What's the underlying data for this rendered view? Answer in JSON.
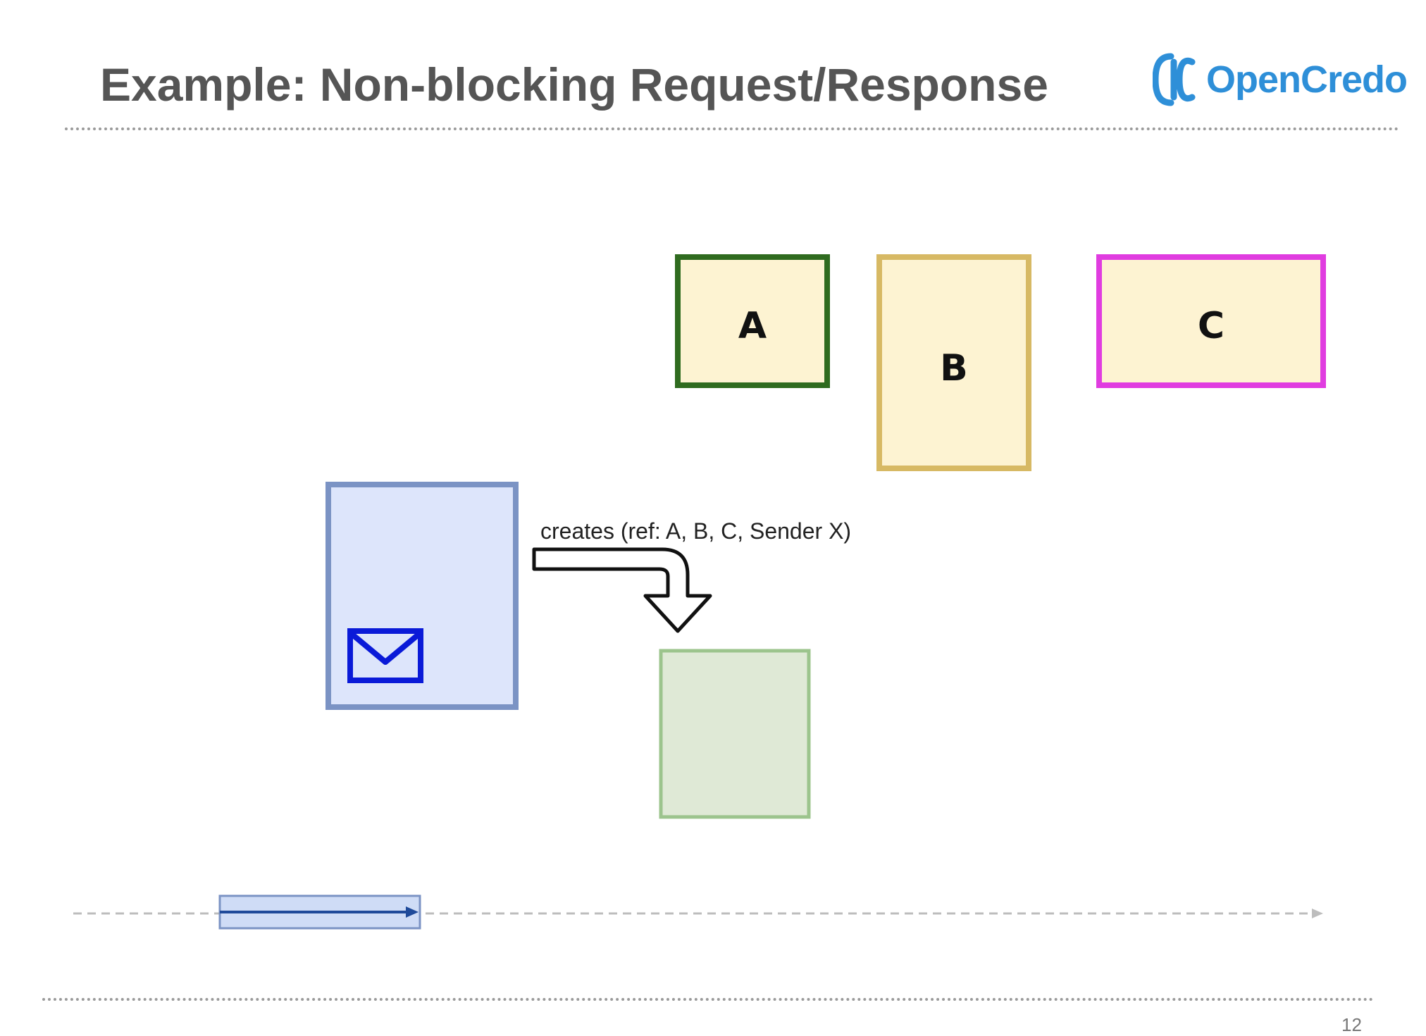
{
  "slide": {
    "title": "Example: Non-blocking Request/Response",
    "page_number": "12"
  },
  "logo": {
    "text": "OpenCredo",
    "icon": "opencredo-logo-icon",
    "color": "#2e8fd8"
  },
  "diagram": {
    "actors": [
      {
        "label": "A",
        "border_color": "#2f6b1f",
        "fill_color": "#fdf3d2"
      },
      {
        "label": "B",
        "border_color": "#d7b964",
        "fill_color": "#fdf3d2"
      },
      {
        "label": "C",
        "border_color": "#e03ce0",
        "fill_color": "#fdf3d2"
      }
    ],
    "sender_box": {
      "border_color": "#7b93c4",
      "fill_color": "#dde5fb",
      "icon": "envelope-icon",
      "icon_color": "#0a1ad8"
    },
    "created_box": {
      "border_color": "#9cc48d",
      "fill_color": "#dfe9d6"
    },
    "creates_caption": "creates (ref: A, B, C, Sender X)",
    "timeline": {
      "marker_fill": "#cfdcf6",
      "marker_border": "#7b93c4",
      "arrow_color": "#1f4a9a"
    }
  }
}
